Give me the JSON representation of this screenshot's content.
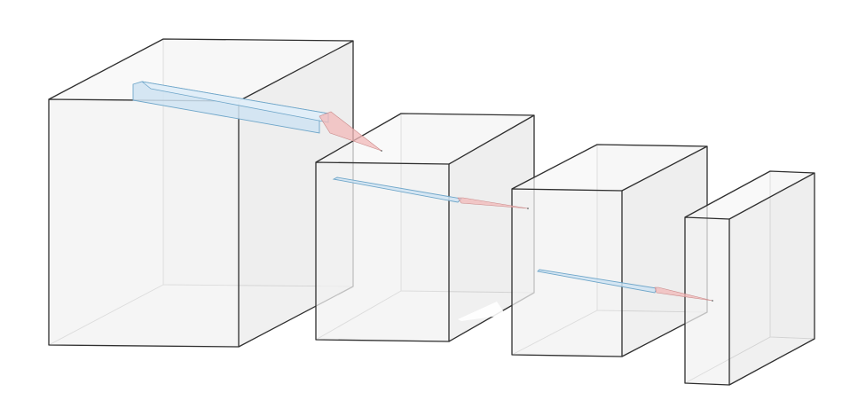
{
  "diagram": {
    "type": "cnn-layer-volumes",
    "colors": {
      "volume_face_front": "#f2f2f2",
      "volume_face_side": "#e9e9e9",
      "volume_face_top": "#f7f7f7",
      "edge": "#2f2f2f",
      "hidden_edge": "#9a9a9a",
      "kernel_fill": "#cfe3f2",
      "kernel_stroke": "#6fa6c9",
      "cone_fill": "#f2b8b8",
      "cone_stroke": "#c98a8a",
      "background": "#ffffff"
    },
    "volumes": [
      {
        "name": "input-volume"
      },
      {
        "name": "conv-volume-1"
      },
      {
        "name": "conv-volume-2"
      },
      {
        "name": "output-volume"
      }
    ],
    "kernels": [
      {
        "name": "kernel-1",
        "from": "input-volume",
        "to": "conv-volume-1"
      },
      {
        "name": "kernel-2",
        "from": "conv-volume-1",
        "to": "conv-volume-2"
      },
      {
        "name": "kernel-3",
        "from": "conv-volume-2",
        "to": "output-volume"
      }
    ]
  }
}
